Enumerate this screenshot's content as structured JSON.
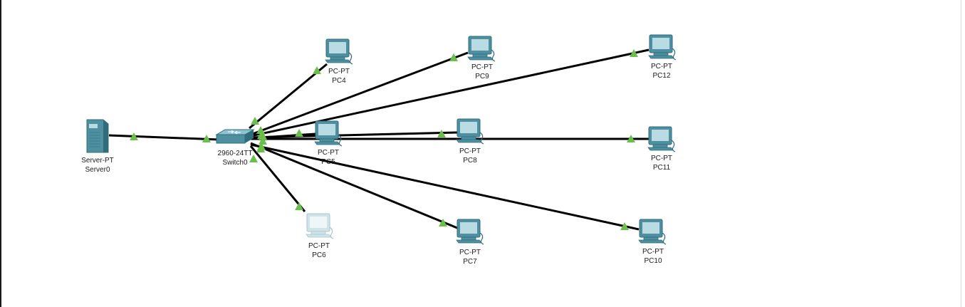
{
  "title": "",
  "colors": {
    "link": "#000000",
    "link_status_up": "#6abf4b",
    "device_teal": "#4e8fa0",
    "device_light": "#b9dbe3",
    "background": "#ffffff"
  },
  "devices": [
    {
      "id": "server0",
      "icon": "server-icon",
      "model": "Server-PT",
      "name": "Server0"
    },
    {
      "id": "switch0",
      "icon": "switch-icon",
      "model": "2960-24TT",
      "name": "Switch0"
    },
    {
      "id": "pc4",
      "icon": "pc-icon",
      "model": "PC-PT",
      "name": "PC4"
    },
    {
      "id": "pc5",
      "icon": "pc-icon",
      "model": "PC-PT",
      "name": "PC5"
    },
    {
      "id": "pc6",
      "icon": "pc-icon",
      "model": "PC-PT",
      "name": "PC6",
      "state": "faded"
    },
    {
      "id": "pc7",
      "icon": "pc-icon",
      "model": "PC-PT",
      "name": "PC7"
    },
    {
      "id": "pc8",
      "icon": "pc-icon",
      "model": "PC-PT",
      "name": "PC8"
    },
    {
      "id": "pc9",
      "icon": "pc-icon",
      "model": "PC-PT",
      "name": "PC9"
    },
    {
      "id": "pc10",
      "icon": "pc-icon",
      "model": "PC-PT",
      "name": "PC10"
    },
    {
      "id": "pc11",
      "icon": "pc-icon",
      "model": "PC-PT",
      "name": "PC11"
    },
    {
      "id": "pc12",
      "icon": "pc-icon",
      "model": "PC-PT",
      "name": "PC12"
    }
  ],
  "links": [
    {
      "from": "server0",
      "to": "switch0",
      "status": "up"
    },
    {
      "from": "switch0",
      "to": "pc4",
      "status": "up"
    },
    {
      "from": "switch0",
      "to": "pc5",
      "status": "up"
    },
    {
      "from": "switch0",
      "to": "pc6",
      "status": "up"
    },
    {
      "from": "switch0",
      "to": "pc7",
      "status": "up"
    },
    {
      "from": "switch0",
      "to": "pc8",
      "status": "up"
    },
    {
      "from": "switch0",
      "to": "pc9",
      "status": "up"
    },
    {
      "from": "switch0",
      "to": "pc10",
      "status": "up"
    },
    {
      "from": "switch0",
      "to": "pc11",
      "status": "up"
    },
    {
      "from": "switch0",
      "to": "pc12",
      "status": "up"
    }
  ]
}
